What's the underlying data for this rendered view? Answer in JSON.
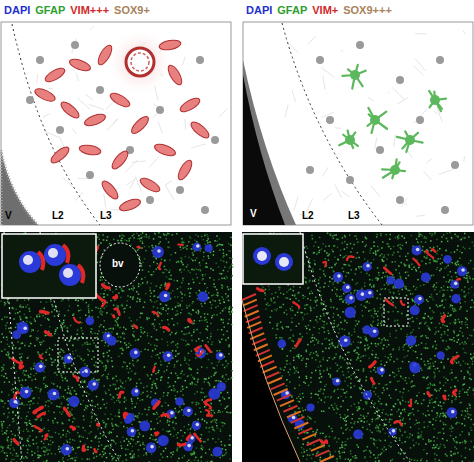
{
  "diagram": {
    "labels": [
      "DAPI",
      "GFAP",
      "VIM+++",
      "SOX9+",
      "DAPI",
      "GFAP",
      "VIM+",
      "SOX9+++",
      "V",
      "L2",
      "L3",
      "V",
      "L2",
      "L3",
      "bv"
    ]
  }
}
